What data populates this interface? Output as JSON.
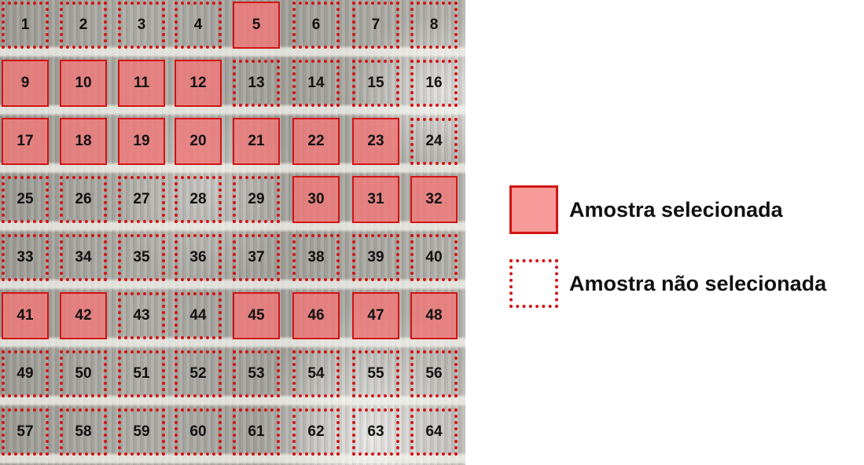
{
  "legend": {
    "selected_label": "Amostra selecionada",
    "unselected_label": "Amostra não selecionada"
  },
  "colors": {
    "selected_fill": "#f79a9a",
    "border_red": "#d11414"
  },
  "plots": [
    {
      "id": "1",
      "selected": false
    },
    {
      "id": "2",
      "selected": false
    },
    {
      "id": "3",
      "selected": false
    },
    {
      "id": "4",
      "selected": false
    },
    {
      "id": "5",
      "selected": true
    },
    {
      "id": "6",
      "selected": false
    },
    {
      "id": "7",
      "selected": false
    },
    {
      "id": "8",
      "selected": false
    },
    {
      "id": "9",
      "selected": true
    },
    {
      "id": "10",
      "selected": true
    },
    {
      "id": "11",
      "selected": true
    },
    {
      "id": "12",
      "selected": true
    },
    {
      "id": "13",
      "selected": false
    },
    {
      "id": "14",
      "selected": false
    },
    {
      "id": "15",
      "selected": false
    },
    {
      "id": "16",
      "selected": false
    },
    {
      "id": "17",
      "selected": true
    },
    {
      "id": "18",
      "selected": true
    },
    {
      "id": "19",
      "selected": true
    },
    {
      "id": "20",
      "selected": true
    },
    {
      "id": "21",
      "selected": true
    },
    {
      "id": "22",
      "selected": true
    },
    {
      "id": "23",
      "selected": true
    },
    {
      "id": "24",
      "selected": false
    },
    {
      "id": "25",
      "selected": false
    },
    {
      "id": "26",
      "selected": false
    },
    {
      "id": "27",
      "selected": false
    },
    {
      "id": "28",
      "selected": false
    },
    {
      "id": "29",
      "selected": false
    },
    {
      "id": "30",
      "selected": true
    },
    {
      "id": "31",
      "selected": true
    },
    {
      "id": "32",
      "selected": true
    },
    {
      "id": "33",
      "selected": false
    },
    {
      "id": "34",
      "selected": false
    },
    {
      "id": "35",
      "selected": false
    },
    {
      "id": "36",
      "selected": false
    },
    {
      "id": "37",
      "selected": false
    },
    {
      "id": "38",
      "selected": false
    },
    {
      "id": "39",
      "selected": false
    },
    {
      "id": "40",
      "selected": false
    },
    {
      "id": "41",
      "selected": true
    },
    {
      "id": "42",
      "selected": true
    },
    {
      "id": "43",
      "selected": false
    },
    {
      "id": "44",
      "selected": false
    },
    {
      "id": "45",
      "selected": true
    },
    {
      "id": "46",
      "selected": true
    },
    {
      "id": "47",
      "selected": true
    },
    {
      "id": "48",
      "selected": true
    },
    {
      "id": "49",
      "selected": false
    },
    {
      "id": "50",
      "selected": false
    },
    {
      "id": "51",
      "selected": false
    },
    {
      "id": "52",
      "selected": false
    },
    {
      "id": "53",
      "selected": false
    },
    {
      "id": "54",
      "selected": false
    },
    {
      "id": "55",
      "selected": false
    },
    {
      "id": "56",
      "selected": false
    },
    {
      "id": "57",
      "selected": false
    },
    {
      "id": "58",
      "selected": false
    },
    {
      "id": "59",
      "selected": false
    },
    {
      "id": "60",
      "selected": false
    },
    {
      "id": "61",
      "selected": false
    },
    {
      "id": "62",
      "selected": false
    },
    {
      "id": "63",
      "selected": false
    },
    {
      "id": "64",
      "selected": false
    }
  ]
}
